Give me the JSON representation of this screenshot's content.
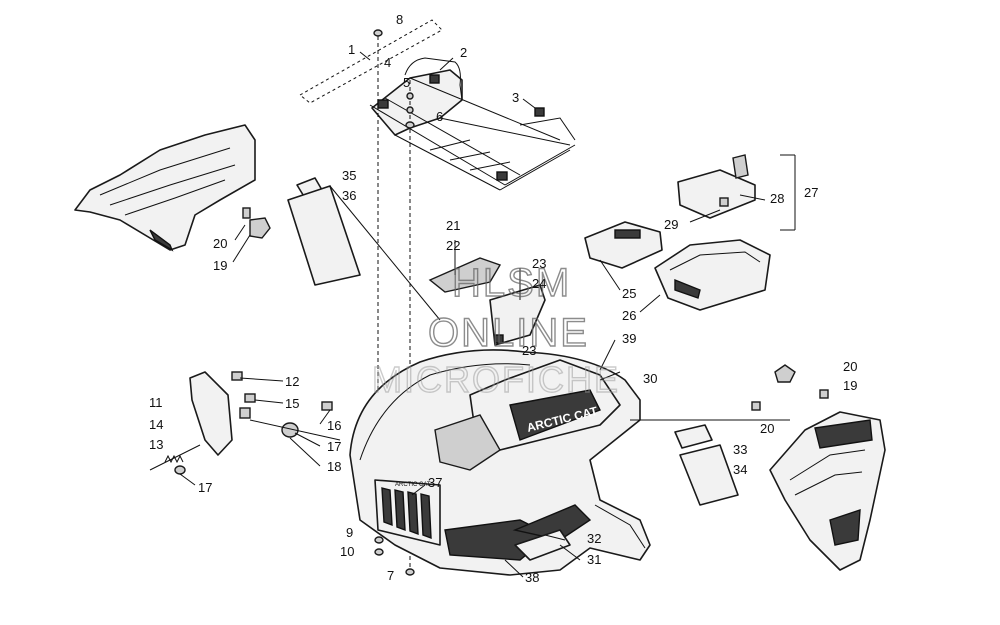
{
  "watermark": {
    "line1": "HLSM",
    "line2": "ONLINE",
    "line3": "MICROFICHE"
  },
  "brand_badge": "ARCTIC CAT",
  "grille_label": "ARCTIC CAT",
  "callouts": [
    {
      "id": "c8",
      "label": "8"
    },
    {
      "id": "c1",
      "label": "1"
    },
    {
      "id": "c2",
      "label": "2"
    },
    {
      "id": "c4",
      "label": "4"
    },
    {
      "id": "c5",
      "label": "5"
    },
    {
      "id": "c3",
      "label": "3"
    },
    {
      "id": "c6",
      "label": "6"
    },
    {
      "id": "c35",
      "label": "35"
    },
    {
      "id": "c36",
      "label": "36"
    },
    {
      "id": "c27",
      "label": "27"
    },
    {
      "id": "c28",
      "label": "28"
    },
    {
      "id": "c29",
      "label": "29"
    },
    {
      "id": "c21",
      "label": "21"
    },
    {
      "id": "c22",
      "label": "22"
    },
    {
      "id": "c23a",
      "label": "23"
    },
    {
      "id": "c24",
      "label": "24"
    },
    {
      "id": "c23b",
      "label": "23"
    },
    {
      "id": "c20a",
      "label": "20"
    },
    {
      "id": "c19a",
      "label": "19"
    },
    {
      "id": "c25",
      "label": "25"
    },
    {
      "id": "c26",
      "label": "26"
    },
    {
      "id": "c39",
      "label": "39"
    },
    {
      "id": "c30",
      "label": "30"
    },
    {
      "id": "c20b",
      "label": "20"
    },
    {
      "id": "c19b",
      "label": "19"
    },
    {
      "id": "c20c",
      "label": "20"
    },
    {
      "id": "c12",
      "label": "12"
    },
    {
      "id": "c11",
      "label": "11"
    },
    {
      "id": "c15",
      "label": "15"
    },
    {
      "id": "c14",
      "label": "14"
    },
    {
      "id": "c16",
      "label": "16"
    },
    {
      "id": "c13",
      "label": "13"
    },
    {
      "id": "c17a",
      "label": "17"
    },
    {
      "id": "c18",
      "label": "18"
    },
    {
      "id": "c17b",
      "label": "17"
    },
    {
      "id": "c33",
      "label": "33"
    },
    {
      "id": "c34",
      "label": "34"
    },
    {
      "id": "c37",
      "label": "37"
    },
    {
      "id": "c9",
      "label": "9"
    },
    {
      "id": "c10",
      "label": "10"
    },
    {
      "id": "c32",
      "label": "32"
    },
    {
      "id": "c31",
      "label": "31"
    },
    {
      "id": "c7",
      "label": "7"
    },
    {
      "id": "c38",
      "label": "38"
    }
  ]
}
